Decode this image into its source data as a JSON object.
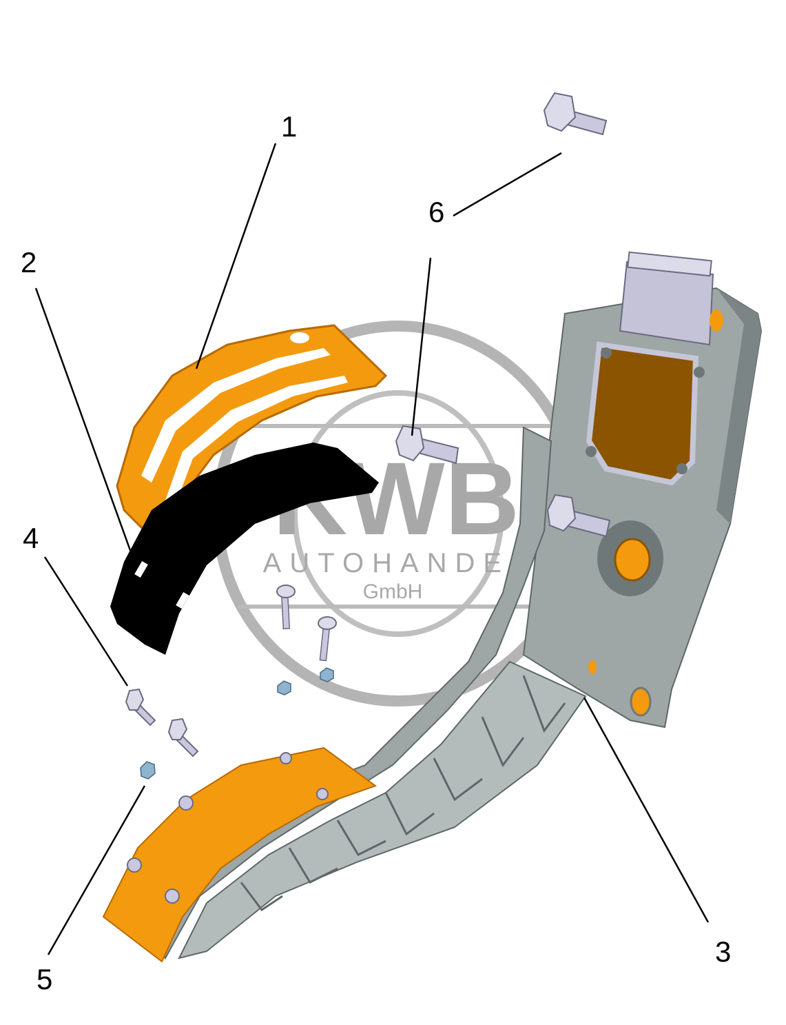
{
  "callouts": [
    {
      "id": "1",
      "label": "1"
    },
    {
      "id": "2",
      "label": "2"
    },
    {
      "id": "3",
      "label": "3"
    },
    {
      "id": "4",
      "label": "4"
    },
    {
      "id": "5",
      "label": "5"
    },
    {
      "id": "6",
      "label": "6"
    }
  ],
  "watermark": {
    "logo": "KWB",
    "line1": "AUTOHANDEL",
    "line2": "GmbH"
  },
  "colors": {
    "orange": "#f39a0f",
    "orange_dark": "#b86a00",
    "body_gray": "#9ea6a6",
    "body_gray_dark": "#6f7878",
    "pad_black": "#000000",
    "bolt": "#c9c8de",
    "nut": "#8fb4d0",
    "watermark": "#9a9a9a"
  }
}
